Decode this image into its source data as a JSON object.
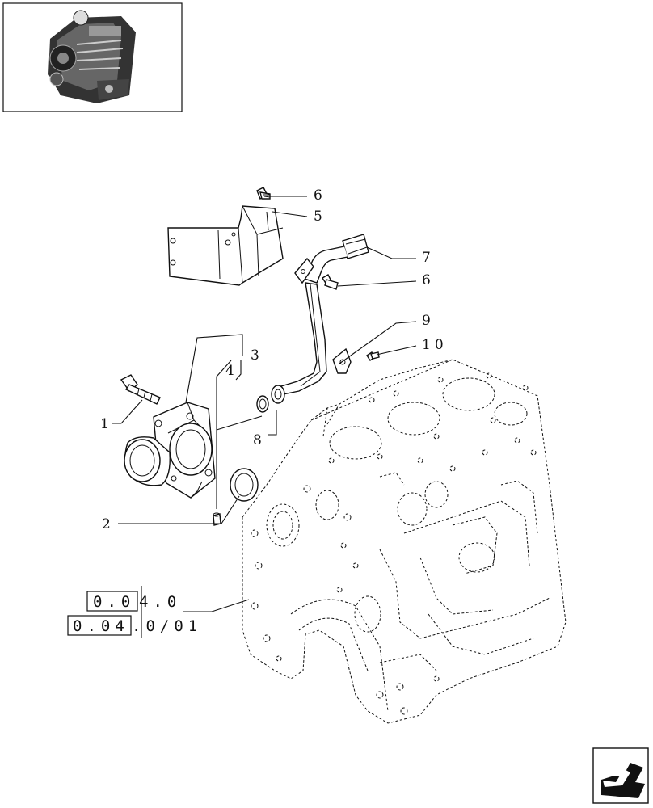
{
  "thumbnail": {
    "icon": "engine-thumbnail-icon"
  },
  "callouts": [
    {
      "id": "c1",
      "label": "1"
    },
    {
      "id": "c2",
      "label": "2"
    },
    {
      "id": "c3",
      "label": "3"
    },
    {
      "id": "c4",
      "label": "4"
    },
    {
      "id": "c5",
      "label": "5"
    },
    {
      "id": "c6a",
      "label": "6"
    },
    {
      "id": "c6b",
      "label": "6"
    },
    {
      "id": "c7",
      "label": "7"
    },
    {
      "id": "c8",
      "label": "8"
    },
    {
      "id": "c9",
      "label": "9"
    },
    {
      "id": "c10",
      "label": "10"
    }
  ],
  "references": {
    "ref1_boxed": "0.0",
    "ref1_rest": "4.0",
    "ref2_boxed": "0.04",
    "ref2_rest": ".0/01"
  },
  "nav": {
    "icon": "arrow-left-down-icon"
  }
}
